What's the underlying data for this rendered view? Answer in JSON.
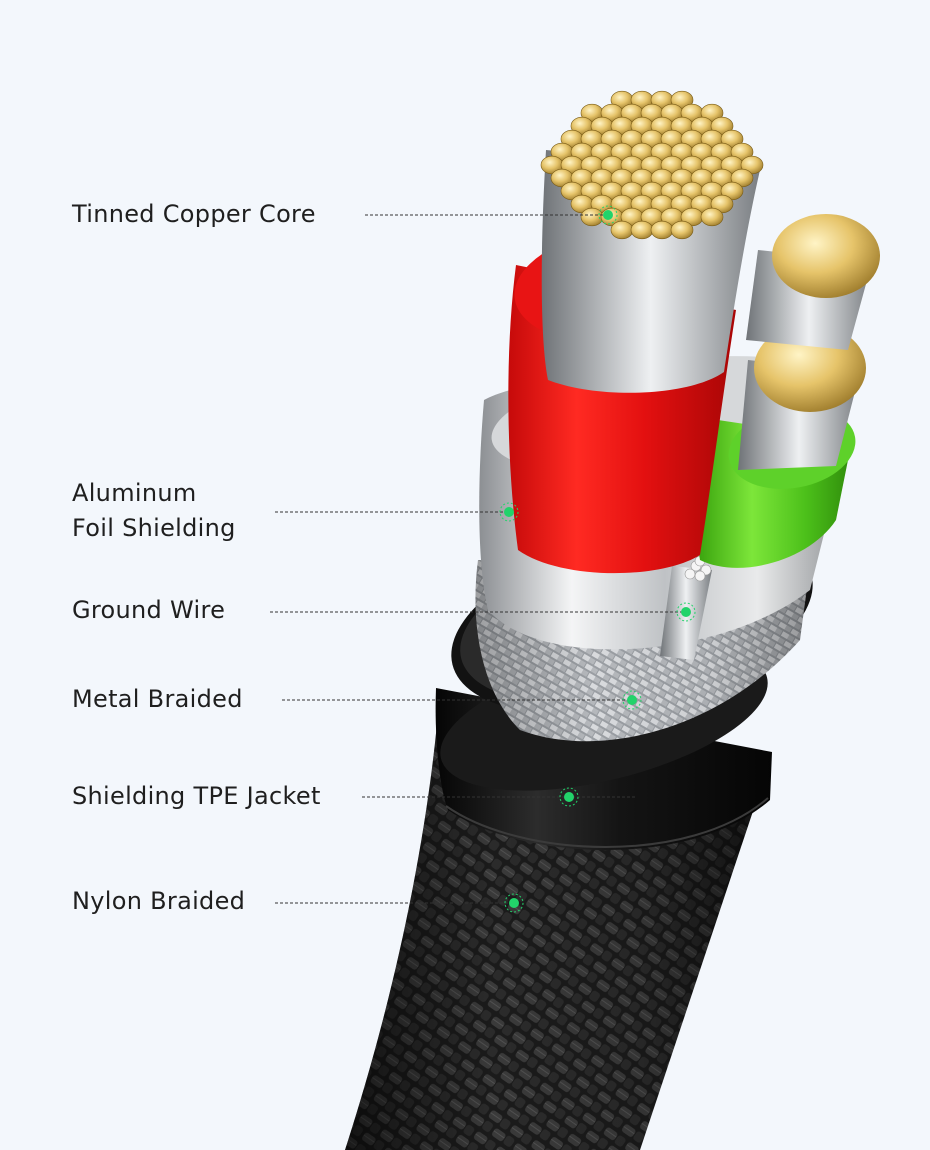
{
  "colors": {
    "background": "#f3f7fc",
    "indicator": "#22d36a",
    "leader_line": "#333333",
    "label_text": "#1f1f1f"
  },
  "labels": [
    {
      "key": "tinned_copper_core",
      "lines": [
        "Tinned Copper Core"
      ]
    },
    {
      "key": "aluminum_foil_shielding",
      "lines": [
        "Aluminum",
        "Foil Shielding"
      ]
    },
    {
      "key": "ground_wire",
      "lines": [
        "Ground Wire"
      ]
    },
    {
      "key": "metal_braided",
      "lines": [
        "Metal Braided"
      ]
    },
    {
      "key": "shielding_tpe_jacket",
      "lines": [
        "Shielding TPE Jacket"
      ]
    },
    {
      "key": "nylon_braided",
      "lines": [
        "Nylon Braided"
      ]
    }
  ]
}
